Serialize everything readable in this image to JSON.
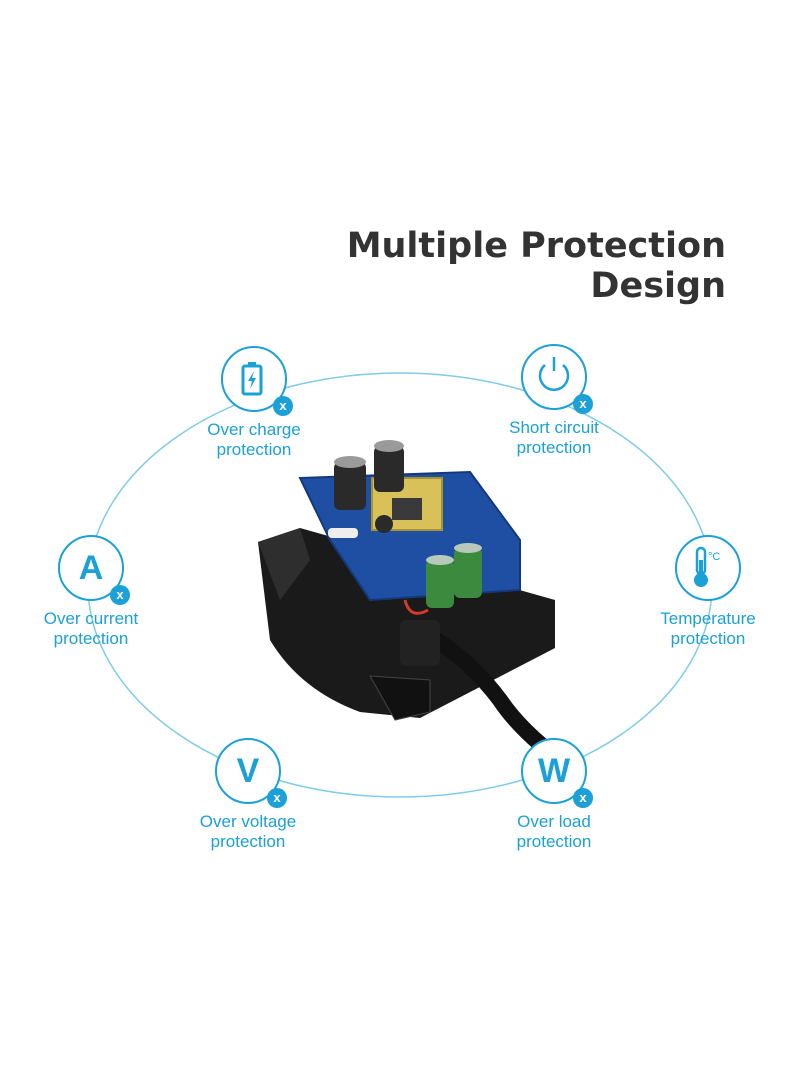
{
  "title": {
    "line1": "Multiple Protection",
    "line2": "Design"
  },
  "accent_color": "#1ba0d8",
  "features": [
    {
      "id": "over-charge",
      "icon": "battery-icon",
      "line1": "Over charge",
      "line2": "protection",
      "badge_text": "",
      "x_mark": "x"
    },
    {
      "id": "short-circuit",
      "icon": "power-icon",
      "line1": "Short circuit",
      "line2": "protection",
      "badge_text": "",
      "x_mark": "x"
    },
    {
      "id": "over-current",
      "icon": "ampere-icon",
      "line1": "Over current",
      "line2": "protection",
      "badge_text": "A",
      "x_mark": "x"
    },
    {
      "id": "temperature",
      "icon": "thermometer-icon",
      "line1": "Temperature",
      "line2": "protection",
      "badge_text": "",
      "x_mark": ""
    },
    {
      "id": "over-voltage",
      "icon": "volt-icon",
      "line1": "Over voltage",
      "line2": "protection",
      "badge_text": "V",
      "x_mark": "x"
    },
    {
      "id": "over-load",
      "icon": "watt-icon",
      "line1": "Over load",
      "line2": "protection",
      "badge_text": "W",
      "x_mark": "x"
    }
  ],
  "thermometer_unit": "°C"
}
